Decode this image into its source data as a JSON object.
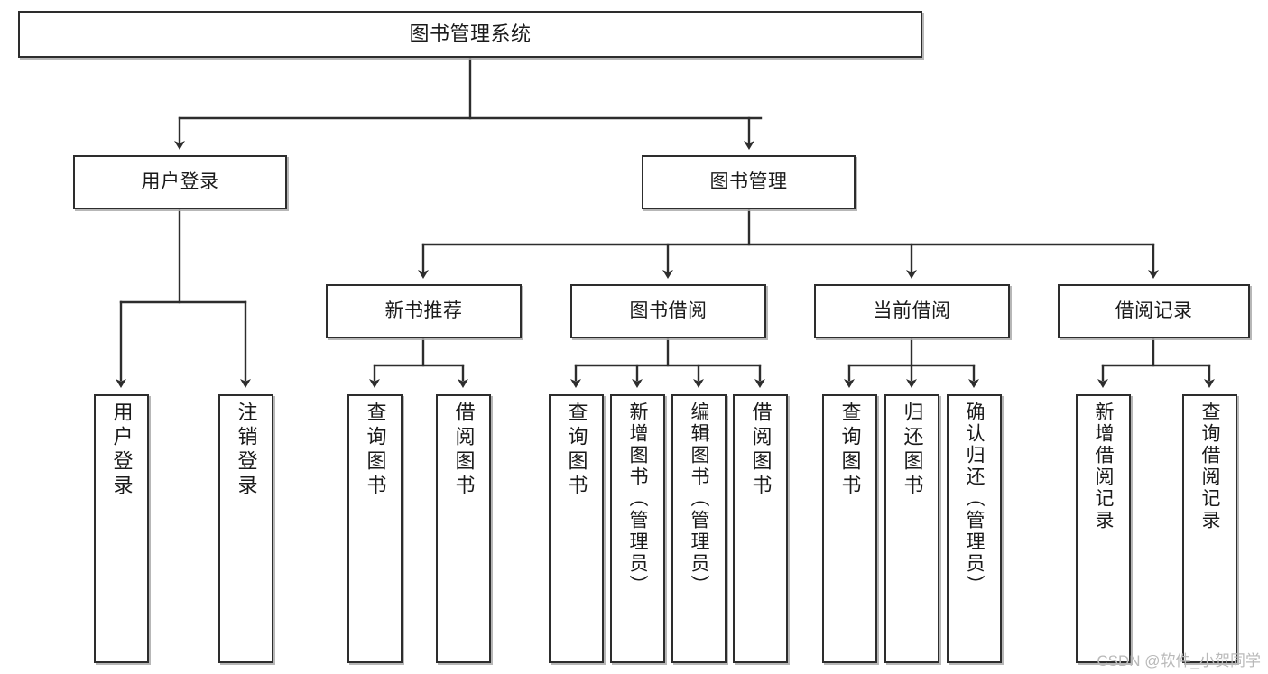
{
  "diagram": {
    "type": "tree",
    "title": "图书管理系统",
    "root": {
      "label": "图书管理系统"
    },
    "level2": [
      {
        "id": "user-login",
        "label": "用户登录"
      },
      {
        "id": "book-manage",
        "label": "图书管理"
      }
    ],
    "level3": [
      {
        "id": "new-book-recommend",
        "label": "新书推荐",
        "parent": "book-manage"
      },
      {
        "id": "book-borrow",
        "label": "图书借阅",
        "parent": "book-manage"
      },
      {
        "id": "current-borrow",
        "label": "当前借阅",
        "parent": "book-manage"
      },
      {
        "id": "borrow-record",
        "label": "借阅记录",
        "parent": "book-manage"
      }
    ],
    "leaves": [
      {
        "id": "leaf-user-login",
        "label": "用户登录",
        "parent": "user-login"
      },
      {
        "id": "leaf-logout",
        "label": "注销登录",
        "parent": "user-login"
      },
      {
        "id": "leaf-query-book-1",
        "label": "查询图书",
        "parent": "new-book-recommend"
      },
      {
        "id": "leaf-borrow-book-1",
        "label": "借阅图书",
        "parent": "new-book-recommend"
      },
      {
        "id": "leaf-query-book-2",
        "label": "查询图书",
        "parent": "book-borrow"
      },
      {
        "id": "leaf-add-book",
        "label": "新增图书（管理员）",
        "parent": "book-borrow"
      },
      {
        "id": "leaf-edit-book",
        "label": "编辑图书（管理员）",
        "parent": "book-borrow"
      },
      {
        "id": "leaf-borrow-book-2",
        "label": "借阅图书",
        "parent": "book-borrow"
      },
      {
        "id": "leaf-query-book-3",
        "label": "查询图书",
        "parent": "current-borrow"
      },
      {
        "id": "leaf-return-book",
        "label": "归还图书",
        "parent": "current-borrow"
      },
      {
        "id": "leaf-confirm-return",
        "label": "确认归还（管理员）",
        "parent": "current-borrow"
      },
      {
        "id": "leaf-add-record",
        "label": "新增借阅记录",
        "parent": "borrow-record"
      },
      {
        "id": "leaf-query-record",
        "label": "查询借阅记录",
        "parent": "borrow-record"
      }
    ],
    "colors": {
      "border": "#2d2d2d",
      "background": "#ffffff",
      "edge": "#2d2d2d",
      "shadow": "#aaaaaa",
      "watermark": "#b9b9b9"
    }
  },
  "watermark": {
    "text": "CSDN @软件_小贺同学"
  }
}
